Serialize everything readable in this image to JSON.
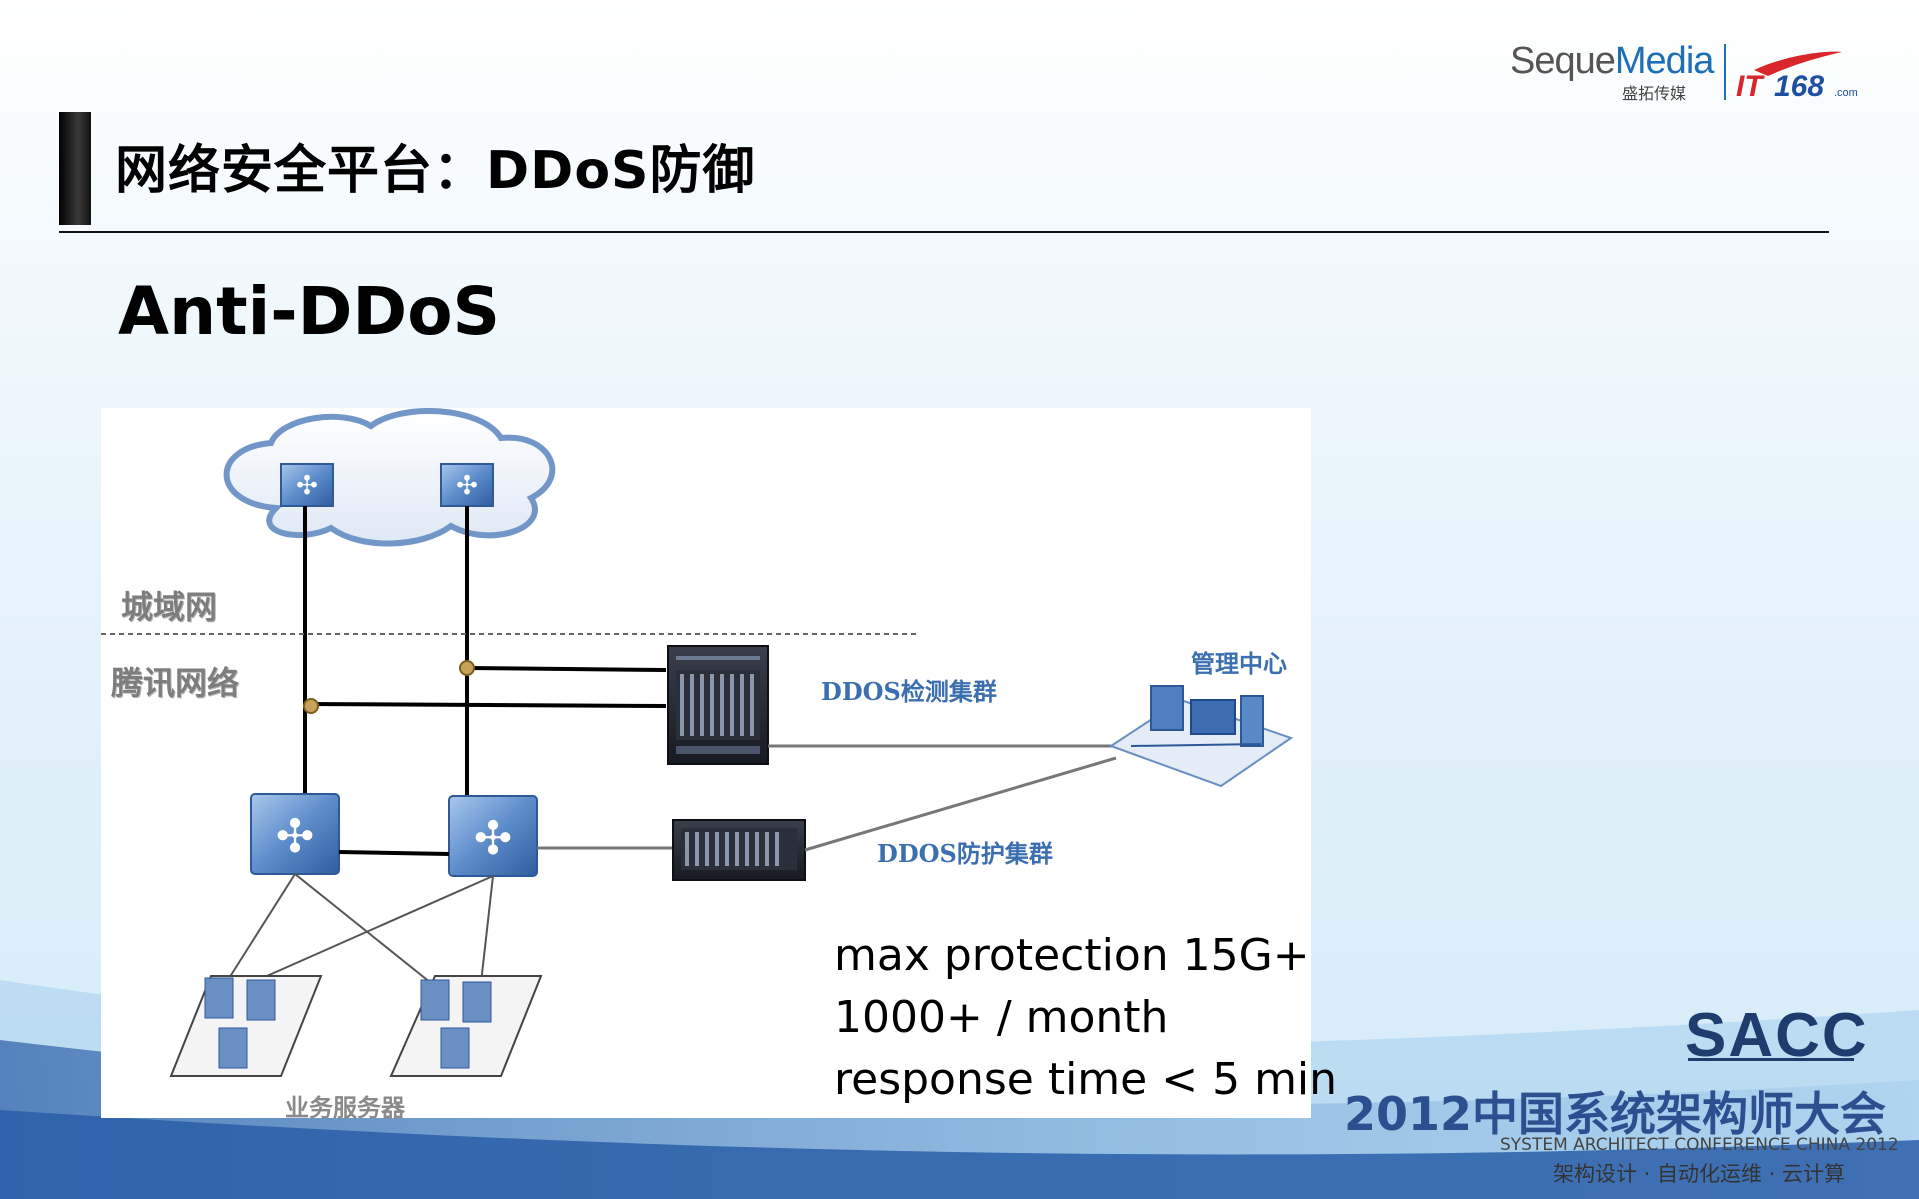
{
  "header": {
    "title": "网络安全平台：DDoS防御",
    "subtitle": "Anti-DDoS"
  },
  "logos": {
    "seque_prefix": "Seque",
    "seque_suffix": "Media",
    "seque_cn": "盛拓传媒",
    "it168": "IT168",
    "it168_suffix": ".com"
  },
  "diagram": {
    "zone_metro": "城域网",
    "zone_tencent": "腾讯网络",
    "detect_cluster": "DDOS检测集群",
    "protect_cluster": "DDOS防护集群",
    "mgmt_center": "管理中心",
    "business_servers": "业务服务器"
  },
  "stats": [
    "max protection 15G+",
    "1000+ / month",
    "response time < 5 min"
  ],
  "footer": {
    "sacc": "SACC",
    "conf_title": "2012中国系统架构师大会",
    "conf_en": "SYSTEM ARCHITECT CONFERENCE CHINA 2012",
    "conf_tags": "架构设计 · 自动化运维 · 云计算"
  },
  "colors": {
    "accent_blue": "#3c6fb0",
    "title_black": "#000000"
  }
}
